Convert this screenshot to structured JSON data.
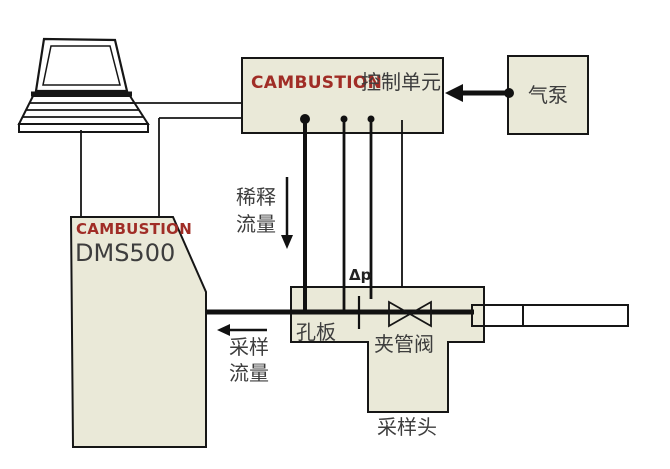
{
  "control_unit": {
    "brand": "CAMBUSTION",
    "label": "控制单元"
  },
  "air_pump": {
    "label": "气泵"
  },
  "analyzer": {
    "brand": "CAMBUSTION",
    "model": "DMS500"
  },
  "flows": {
    "dilution": [
      "稀释",
      "流量"
    ],
    "sample": [
      "采样",
      "流量"
    ]
  },
  "components": {
    "delta_p": "Δp",
    "orifice_plate": "孔板",
    "pinch_valve": "夹管阀",
    "sample_head": "采样头"
  },
  "colors": {
    "box_fill": "#eae9d8",
    "brand_red": "#a02d26",
    "probe_orange": "#d0854f",
    "line_black": "#111111",
    "text_gray": "#3d3d3d",
    "screen_gray": "#cbcbcb"
  }
}
